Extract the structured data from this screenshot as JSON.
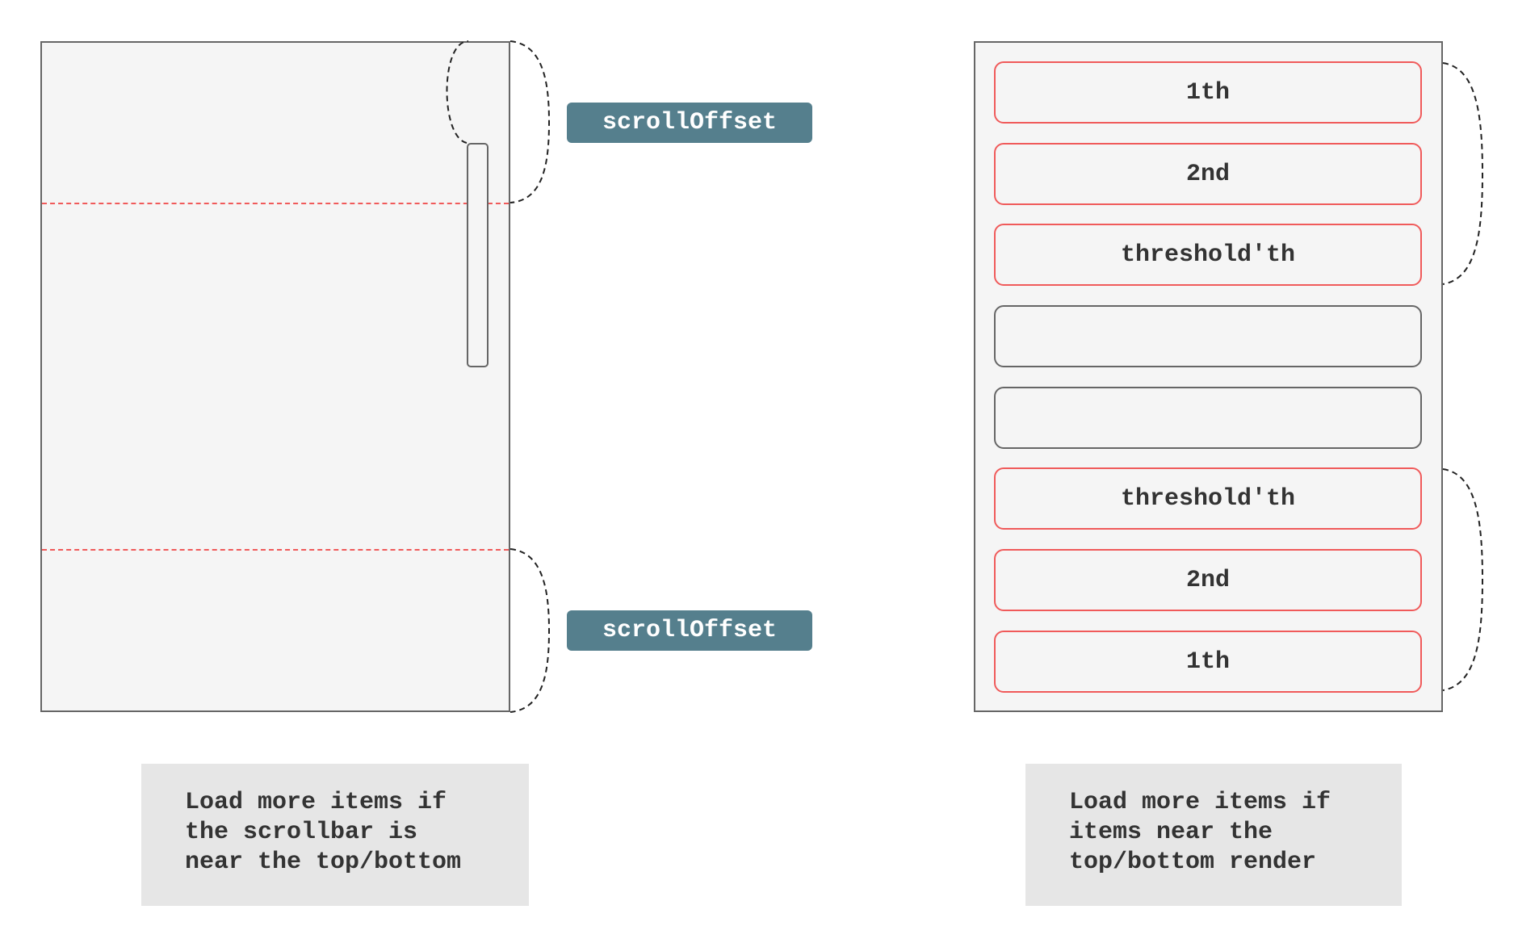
{
  "left_diagram": {
    "scroll_offset_top_label": "scrollOffset",
    "scroll_offset_bottom_label": "scrollOffset",
    "caption_lines": [
      "Load more items if",
      "the scrollbar is",
      "near the top/bottom"
    ]
  },
  "right_diagram": {
    "items": [
      {
        "label": "1th",
        "highlighted": true
      },
      {
        "label": "2nd",
        "highlighted": true
      },
      {
        "label": "threshold'th",
        "highlighted": true
      },
      {
        "label": "",
        "highlighted": false
      },
      {
        "label": "",
        "highlighted": false
      },
      {
        "label": "threshold'th",
        "highlighted": true
      },
      {
        "label": "2nd",
        "highlighted": true
      },
      {
        "label": "1th",
        "highlighted": true
      }
    ],
    "caption_lines": [
      "Load more items if",
      "items near the",
      "top/bottom render"
    ]
  },
  "colors": {
    "tag_background": "#557f8d",
    "highlight_border": "#f05a5a",
    "panel_background": "#f5f5f5",
    "caption_background": "#e6e6e6"
  }
}
